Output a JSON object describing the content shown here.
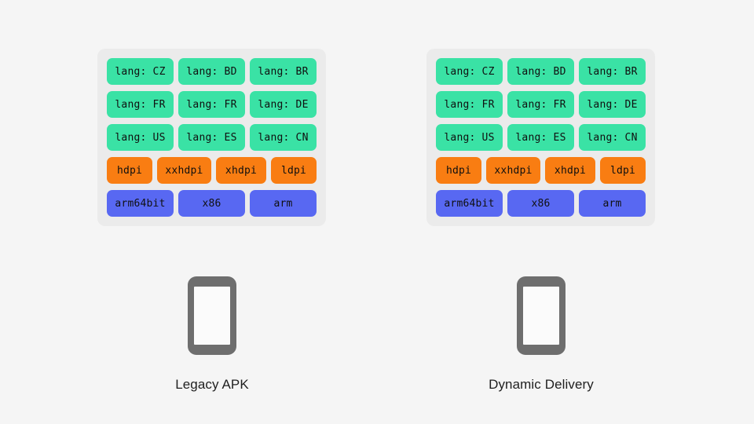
{
  "page": {
    "background_color": "#f5f5f5",
    "panel_background_color": "#ebebeb"
  },
  "colors": {
    "lang_chip": "#3ae2a5",
    "density_chip": "#f97d12",
    "abi_chip": "#5868f2",
    "phone_body": "#6e6e6e",
    "phone_screen": "#fbfbfb",
    "caption_text": "#1f1f1f",
    "chip_text": "#101010"
  },
  "columns": [
    {
      "id": "legacy-apk",
      "caption": "Legacy APK",
      "device_icon": "phone-icon",
      "panel": {
        "rows": [
          {
            "type": "lang",
            "chips": [
              {
                "label": "lang: CZ"
              },
              {
                "label": "lang: BD"
              },
              {
                "label": "lang: BR"
              }
            ]
          },
          {
            "type": "lang",
            "chips": [
              {
                "label": "lang: FR"
              },
              {
                "label": "lang: FR"
              },
              {
                "label": "lang: DE"
              }
            ]
          },
          {
            "type": "lang",
            "chips": [
              {
                "label": "lang: US"
              },
              {
                "label": "lang: ES"
              },
              {
                "label": "lang: CN"
              }
            ]
          },
          {
            "type": "density",
            "chips": [
              {
                "label": "hdpi",
                "width_class": "w-hdpi"
              },
              {
                "label": "xxhdpi",
                "width_class": "w-xxhdpi"
              },
              {
                "label": "xhdpi",
                "width_class": "w-xhdpi"
              },
              {
                "label": "ldpi",
                "width_class": "w-ldpi"
              }
            ]
          },
          {
            "type": "abi",
            "chips": [
              {
                "label": "arm64bit"
              },
              {
                "label": "x86"
              },
              {
                "label": "arm"
              }
            ]
          }
        ]
      }
    },
    {
      "id": "dynamic-delivery",
      "caption": "Dynamic Delivery",
      "device_icon": "phone-icon",
      "panel": {
        "rows": [
          {
            "type": "lang",
            "chips": [
              {
                "label": "lang: CZ"
              },
              {
                "label": "lang: BD"
              },
              {
                "label": "lang: BR"
              }
            ]
          },
          {
            "type": "lang",
            "chips": [
              {
                "label": "lang: FR"
              },
              {
                "label": "lang: FR"
              },
              {
                "label": "lang: DE"
              }
            ]
          },
          {
            "type": "lang",
            "chips": [
              {
                "label": "lang: US"
              },
              {
                "label": "lang: ES"
              },
              {
                "label": "lang: CN"
              }
            ]
          },
          {
            "type": "density",
            "chips": [
              {
                "label": "hdpi",
                "width_class": "w-hdpi"
              },
              {
                "label": "xxhdpi",
                "width_class": "w-xxhdpi"
              },
              {
                "label": "xhdpi",
                "width_class": "w-xhdpi"
              },
              {
                "label": "ldpi",
                "width_class": "w-ldpi"
              }
            ]
          },
          {
            "type": "abi",
            "chips": [
              {
                "label": "arm64bit"
              },
              {
                "label": "x86"
              },
              {
                "label": "arm"
              }
            ]
          }
        ]
      }
    }
  ]
}
